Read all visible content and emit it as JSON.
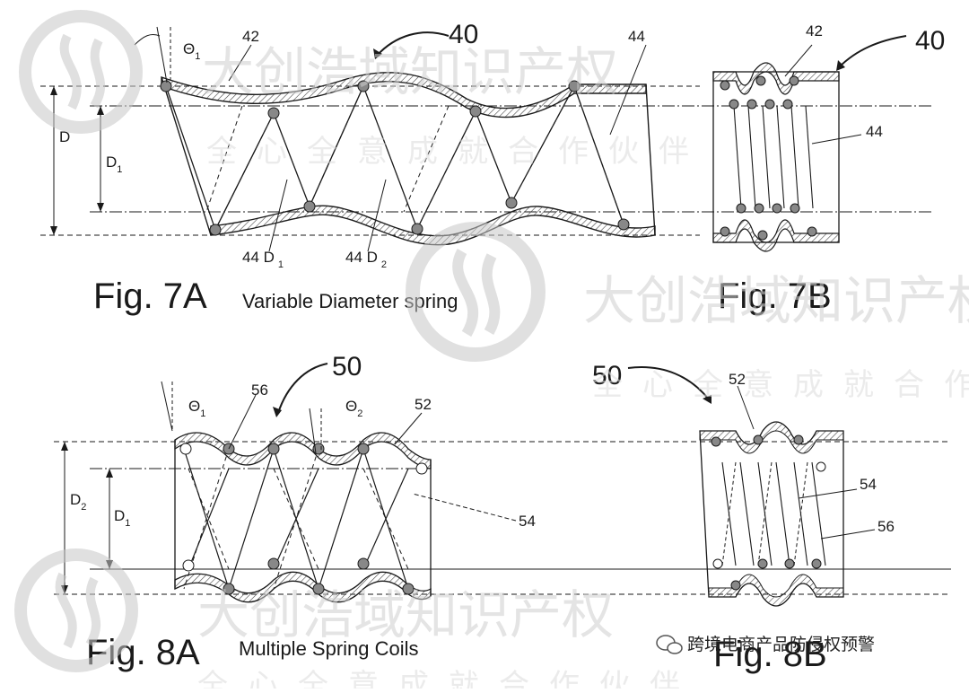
{
  "figures": {
    "fig7a": {
      "title": "Fig. 7A",
      "caption": "Variable Diameter spring",
      "ref_assembly": "40",
      "ref_sleeve": "42",
      "ref_spring": "44",
      "ref_spring_d1": "44 D",
      "ref_spring_d1_sub": "1",
      "ref_spring_d2": "44 D",
      "ref_spring_d2_sub": "2",
      "angle": "Θ",
      "angle_sub": "1",
      "dim_outer": "D",
      "dim_inner": "D",
      "dim_inner_sub": "1"
    },
    "fig7b": {
      "title": "Fig. 7B",
      "ref_assembly": "40",
      "ref_sleeve": "42",
      "ref_spring": "44"
    },
    "fig8a": {
      "title": "Fig. 8A",
      "caption": "Multiple Spring Coils",
      "ref_assembly": "50",
      "ref_sleeve": "52",
      "ref_spring_inner": "54",
      "ref_spring_outer": "56",
      "angle1": "Θ",
      "angle1_sub": "1",
      "angle2": "Θ",
      "angle2_sub": "2",
      "dim_outer": "D",
      "dim_outer_sub": "2",
      "dim_inner": "D",
      "dim_inner_sub": "1"
    },
    "fig8b": {
      "title": "Fig. 8B",
      "ref_assembly": "50",
      "ref_sleeve": "52",
      "ref_spring_inner": "54",
      "ref_spring_outer": "56"
    }
  },
  "watermark": {
    "company": "大创浩域知识产权",
    "slogan": "全心全意成就合作伙伴"
  },
  "wechat_caption": "跨境电商产品防侵权预警",
  "colors": {
    "ink": "#1a1a1a",
    "watermark": "#cfcfcf"
  }
}
